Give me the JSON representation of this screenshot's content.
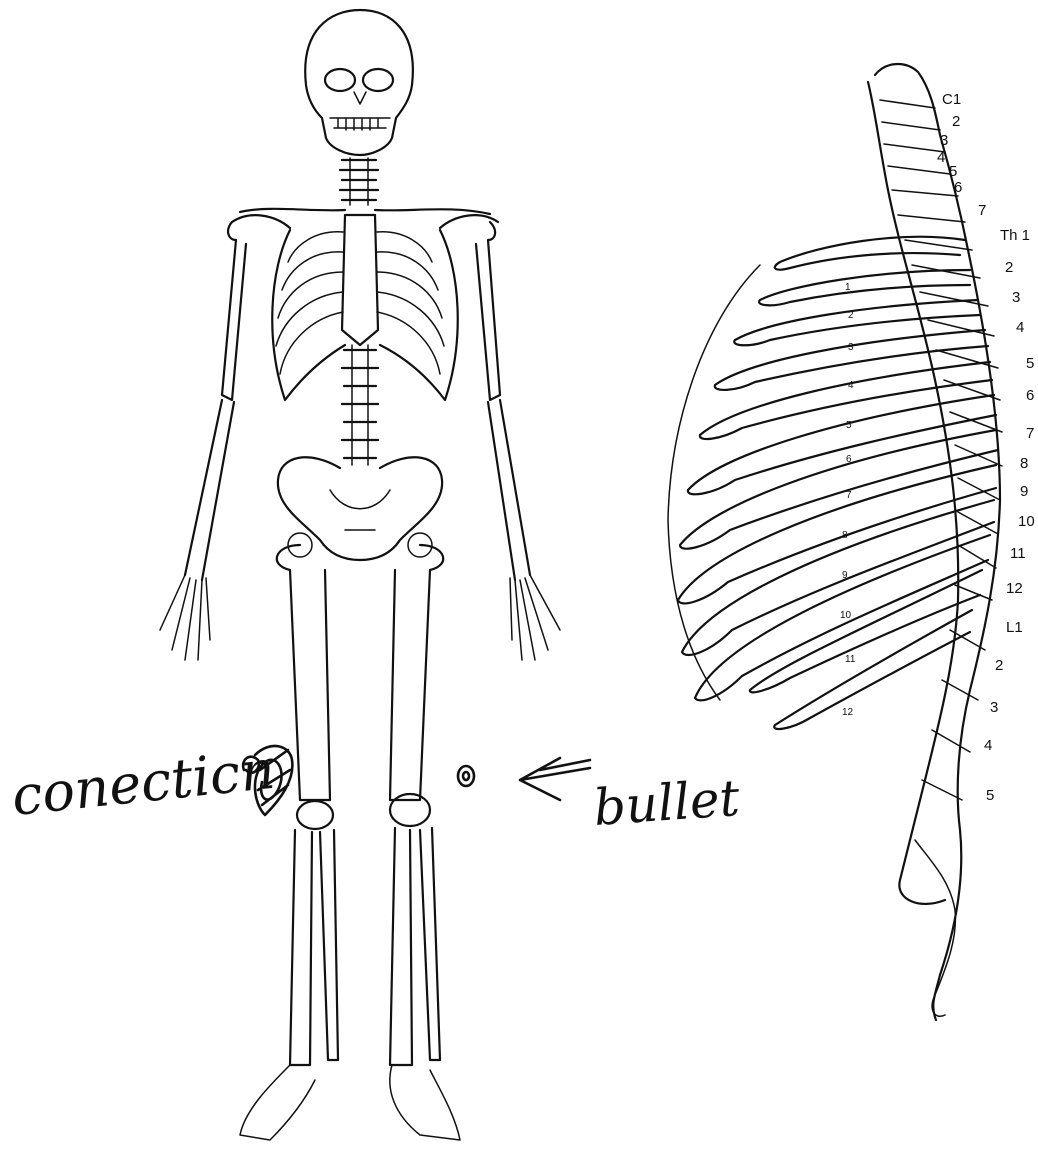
{
  "annotations": {
    "left_note": "conecticn",
    "right_note": "bullet"
  },
  "vertebra_labels": {
    "cervical": [
      "C1",
      "2",
      "3",
      "4",
      "5",
      "6",
      "7"
    ],
    "thoracic": [
      "Th 1",
      "2",
      "3",
      "4",
      "5",
      "6",
      "7",
      "8",
      "9",
      "10",
      "11",
      "12"
    ],
    "lumbar": [
      "L1",
      "2",
      "3",
      "4",
      "5"
    ]
  },
  "rib_numbers": [
    "1",
    "2",
    "3",
    "4",
    "5",
    "6",
    "7",
    "8",
    "9",
    "10",
    "11",
    "12"
  ],
  "colors": {
    "ink": "#111111",
    "background": "#ffffff"
  },
  "figures": [
    "skeleton-front-view",
    "spine-ribcage-lateral-view"
  ]
}
